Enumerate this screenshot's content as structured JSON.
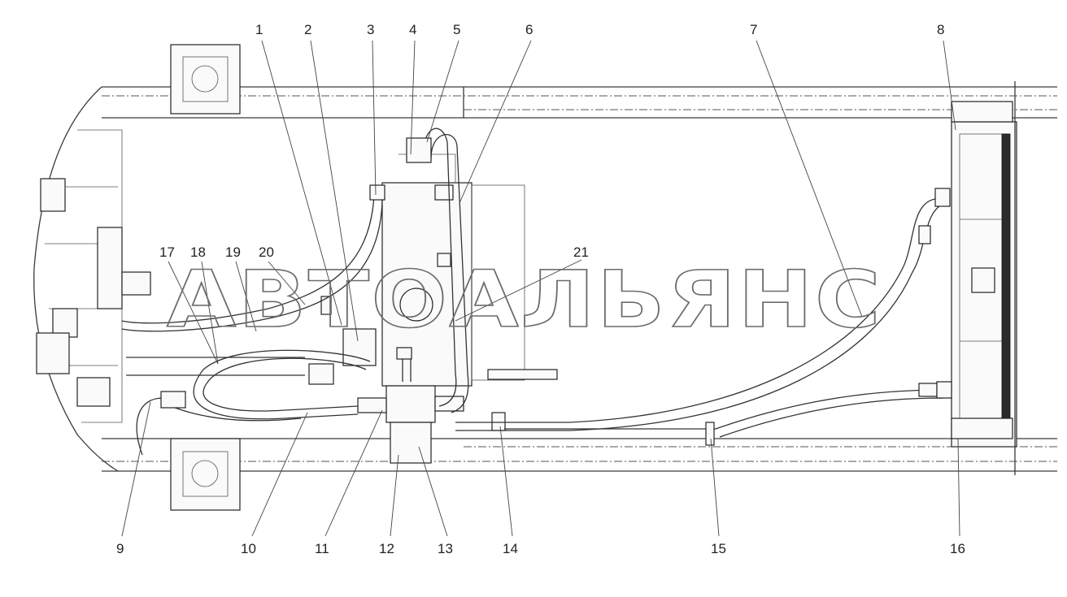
{
  "watermark": "АВТОАЛЬЯНС",
  "callouts": [
    {
      "id": "1",
      "text": "1"
    },
    {
      "id": "2",
      "text": "2"
    },
    {
      "id": "3",
      "text": "3"
    },
    {
      "id": "4",
      "text": "4"
    },
    {
      "id": "5",
      "text": "5"
    },
    {
      "id": "6",
      "text": "6"
    },
    {
      "id": "7",
      "text": "7"
    },
    {
      "id": "8",
      "text": "8"
    },
    {
      "id": "9",
      "text": "9"
    },
    {
      "id": "10",
      "text": "10"
    },
    {
      "id": "11",
      "text": "11"
    },
    {
      "id": "12",
      "text": "12"
    },
    {
      "id": "13",
      "text": "13"
    },
    {
      "id": "14",
      "text": "14"
    },
    {
      "id": "15",
      "text": "15"
    },
    {
      "id": "16",
      "text": "16"
    },
    {
      "id": "17",
      "text": "17"
    },
    {
      "id": "18",
      "text": "18"
    },
    {
      "id": "19",
      "text": "19"
    },
    {
      "id": "20",
      "text": "20"
    },
    {
      "id": "21",
      "text": "21"
    }
  ],
  "colors": {
    "line": "#333333",
    "background": "#ffffff",
    "watermark": "#6d6d6d"
  }
}
